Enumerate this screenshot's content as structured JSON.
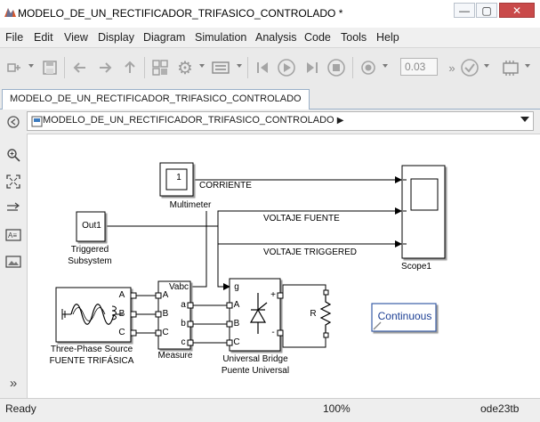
{
  "window": {
    "title": "MODELO_DE_UN_RECTIFICADOR_TRIFASICO_CONTROLADO *",
    "min_glyph": "—",
    "max_glyph": "▢",
    "close_glyph": "✕"
  },
  "menu": [
    "File",
    "Edit",
    "View",
    "Display",
    "Diagram",
    "Simulation",
    "Analysis",
    "Code",
    "Tools",
    "Help"
  ],
  "toolbar": {
    "stop_time": "0.03"
  },
  "tab": {
    "label": "MODELO_DE_UN_RECTIFICADOR_TRIFASICO_CONTROLADO"
  },
  "address": {
    "path": "MODELO_DE_UN_RECTIFICADOR_TRIFASICO_CONTROLADO"
  },
  "blocks": {
    "multimeter": {
      "value": "1",
      "label": "Multimeter"
    },
    "subsystem": {
      "port": "Out1",
      "label_1": "Triggered",
      "label_2": "Subsystem"
    },
    "scope": {
      "label": "Scope1"
    },
    "source": {
      "port_a": "A",
      "port_b": "B",
      "port_c": "C",
      "label_1": "Three-Phase Source",
      "label_2": "FUENTE TRIFÁSICA"
    },
    "measure": {
      "port_vabc": "Vabc",
      "port_a_in": "A",
      "port_b_in": "B",
      "port_c_in": "C",
      "port_a_out": "a",
      "port_b_out": "b",
      "port_c_out": "c",
      "label": "Measure"
    },
    "bridge": {
      "port_g": "g",
      "port_a": "A",
      "port_b": "B",
      "port_c": "C",
      "port_plus": "+",
      "port_minus": "-",
      "label_1": "Universal Bridge",
      "label_2": "Puente Universal"
    },
    "resistor": {
      "label": "R"
    },
    "powergui": {
      "label": "Continuous"
    }
  },
  "signals": {
    "corriente": "CORRIENTE",
    "voltaje_fuente": "VOLTAJE FUENTE",
    "voltaje_triggered": "VOLTAJE TRIGGERED"
  },
  "status": {
    "state": "Ready",
    "zoom": "100%",
    "solver": "ode23tb"
  }
}
